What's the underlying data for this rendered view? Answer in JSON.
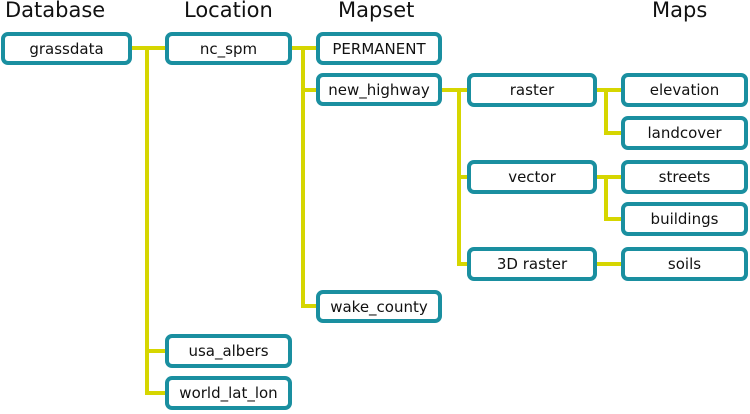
{
  "headers": {
    "database": "Database",
    "location": "Location",
    "mapset": "Mapset",
    "maps": "Maps"
  },
  "nodes": {
    "grassdata": "grassdata",
    "nc_spm": "nc_spm",
    "usa_albers": "usa_albers",
    "world_lat_lon": "world_lat_lon",
    "permanent": "PERMANENT",
    "new_highway": "new_highway",
    "wake_county": "wake_county",
    "raster": "raster",
    "vector": "vector",
    "raster3d": "3D raster",
    "elevation": "elevation",
    "landcover": "landcover",
    "streets": "streets",
    "buildings": "buildings",
    "soils": "soils"
  },
  "colors": {
    "box_border": "#1a8fa0",
    "connector": "#d6d600"
  }
}
